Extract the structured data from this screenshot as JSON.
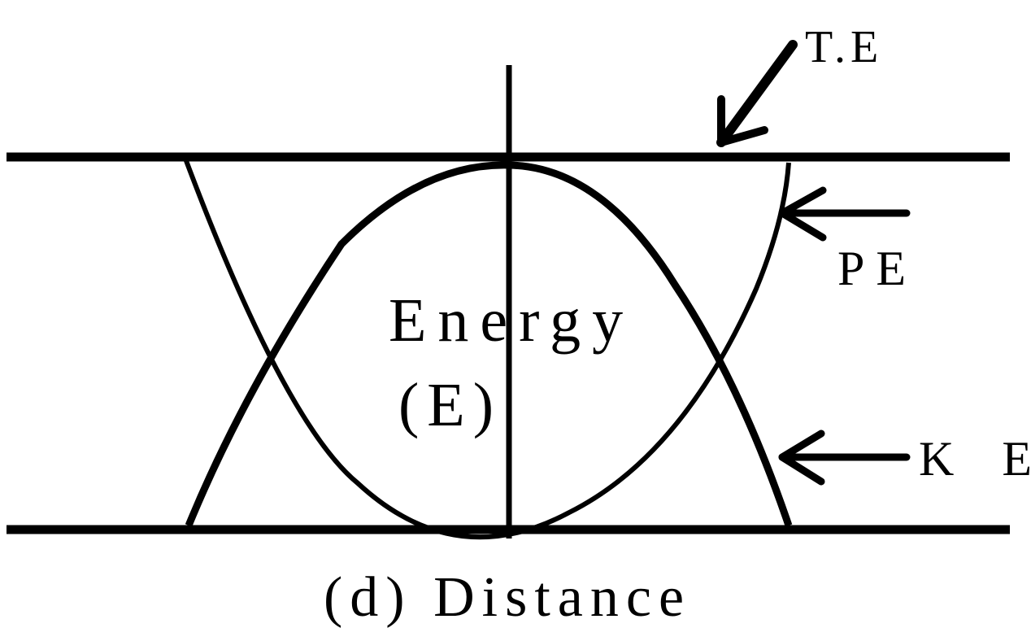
{
  "labels": {
    "total_energy": "T.E",
    "potential_energy": "PE",
    "kinetic_energy": "K E",
    "energy": "Energy",
    "energy_symbol": "(E)",
    "distance": "(d) Distance"
  },
  "colors": {
    "stroke": "#000000",
    "background": "#ffffff"
  }
}
